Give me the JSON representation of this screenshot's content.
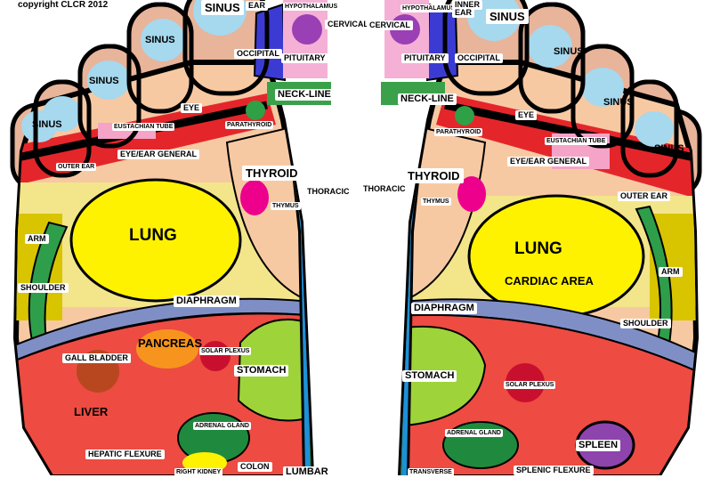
{
  "copyright": "copyright CLCR 2012",
  "colors": {
    "outline": "#000000",
    "skin": "#f7c9a3",
    "sinus": "#a6d8ee",
    "toe_base": "#e8b49a",
    "eye_band": "#e4262b",
    "lung": "#fff200",
    "lung_zone": "#f3e58a",
    "arm_zone": "#d9c400",
    "diaphragm": "#7f8fc6",
    "abdomen": "#ee4b43",
    "spine": "#1e90d6",
    "spine_inner": "#2e7a3c",
    "green_channel": "#2e9e4a",
    "stomach": "#9ed43a",
    "pancreas": "#f7941d",
    "gall_bladder": "#b8471f",
    "solar_plexus": "#c8102e",
    "thyroid": "#ec008c",
    "pituitary": "#f5b0d6",
    "hypothalamus": "#9b3fb5",
    "occipital": "#3b3bd4",
    "eustachian": "#f5a3c7",
    "spleen": "#8e44ad",
    "adrenal": "#1f8a3e",
    "neck": "#3aa14a",
    "parathyroid": "#2ea046"
  },
  "left_foot": {
    "hypothalamus": "HYPOTHALAMUS",
    "sinus_1": "SINUS",
    "ear": "EAR",
    "sinus_2": "SINUS",
    "sinus_3": "SINUS",
    "sinus_4": "SINUS",
    "cervical": "CERVICAL",
    "occipital": "OCCIPITAL",
    "pituitary": "PITUITARY",
    "neck_line": "NECK-LINE",
    "eye": "EYE",
    "eustachian_tube": "EUSTACHIAN TUBE",
    "parathyroid": "PARATHYROID",
    "eye_ear_general": "EYE/EAR GENERAL",
    "outer_ear": "OUTER EAR",
    "thyroid": "THYROID",
    "thymus": "THYMUS",
    "thoracic": "THORACIC",
    "lung": "LUNG",
    "arm": "ARM",
    "shoulder": "SHOULDER",
    "diaphragm": "DIAPHRAGM",
    "pancreas": "PANCREAS",
    "solar_plexus": "SOLAR PLEXUS",
    "gall_bladder": "GALL BLADDER",
    "stomach": "STOMACH",
    "liver": "LIVER",
    "adrenal_gland": "ADRENAL GLAND",
    "hepatic_flexure": "HEPATIC FLEXURE",
    "right_kidney": "RIGHT KIDNEY",
    "colon": "COLON",
    "lumbar": "LUMBAR"
  },
  "right_foot": {
    "hypothalamus": "HYPOTHALAMUS",
    "inner": "INNER",
    "ear": "EAR",
    "sinus_1": "SINUS",
    "sinus_2": "SINUS",
    "sinus_3": "SINUS",
    "sinus_4": "SINUS",
    "cervical": "CERVICAL",
    "pituitary": "PITUITARY",
    "occipital": "OCCIPITAL",
    "neck_line": "NECK-LINE",
    "eye": "EYE",
    "parathyroid": "PARATHYROID",
    "eustachian_tube": "EUSTACHIAN TUBE",
    "eye_ear_general": "EYE/EAR GENERAL",
    "thyroid": "THYROID",
    "thoracic": "THORACIC",
    "thymus": "THYMUS",
    "outer_ear": "OUTER EAR",
    "lung": "LUNG",
    "cardiac_area": "CARDIAC AREA",
    "arm": "ARM",
    "shoulder": "SHOULDER",
    "diaphragm": "DIAPHRAGM",
    "stomach": "STOMACH",
    "solar_plexus": "SOLAR PLEXUS",
    "adrenal_gland": "ADRENAL GLAND",
    "spleen": "SPLEEN",
    "splenic_flexure": "SPLENIC FLEXURE",
    "transverse": "TRANSVERSE"
  }
}
